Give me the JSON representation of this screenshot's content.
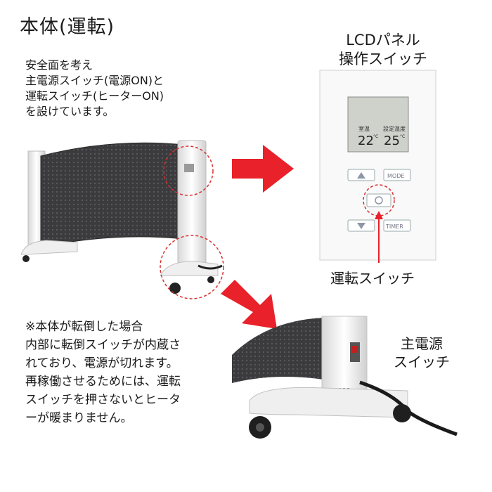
{
  "heading": "本体(運転)",
  "safety_note": "安全面を考え\n主電源スイッチ(電源ON)と\n運転スイッチ(ヒーターON)\nを設けています。",
  "lcd_panel_label": "LCDパネル\n操作スイッチ",
  "run_switch_label": "運転スイッチ",
  "main_power_label": "主電源\nスイッチ",
  "tipover_note": "※本体が転倒した場合\n内部に転倒スイッチが内蔵さ\nれており、電源が切れます。\n再稼働させるためには、運転\nスイッチを押さないとヒータ\nーが暖まりません。",
  "panel": {
    "display": {
      "left_label": "室温",
      "right_label": "設定温度",
      "left_temp": "22",
      "right_temp": "25",
      "unit": "°C"
    },
    "mode_button": "MODE",
    "timer_button": "TIMER",
    "up_icon": "triangle-up-icon",
    "down_icon": "triangle-down-icon",
    "power_icon": "power-icon"
  },
  "colors": {
    "arrow": "#e8212a",
    "highlight_circle": "#d83030",
    "heater_mesh": "#3d3d40",
    "heater_frame": "#eeeeee"
  }
}
